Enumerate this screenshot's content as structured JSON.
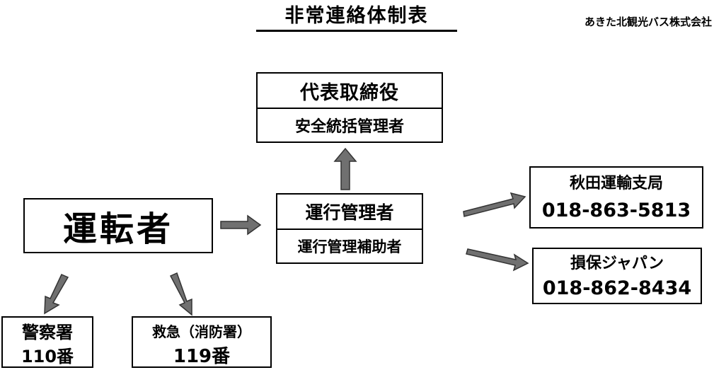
{
  "title": "非常連絡体制表",
  "company": "あきた北観光バス株式会社",
  "representative": {
    "line1": "代表取締役",
    "line2": "安全統括管理者"
  },
  "driver": {
    "label": "運転者"
  },
  "operations": {
    "line1": "運行管理者",
    "line2": "運行管理補助者"
  },
  "transport_bureau": {
    "name": "秋田運輸支局",
    "phone": "018-863-5813"
  },
  "insurance": {
    "name": "損保ジャパン",
    "phone": "018-862-8434"
  },
  "police": {
    "name": "警察署",
    "phone": "110番"
  },
  "fire": {
    "name": "救急（消防署）",
    "phone": "119番"
  },
  "colors": {
    "arrow_fill": "#707070",
    "arrow_stroke": "#333333",
    "border": "#000000"
  }
}
